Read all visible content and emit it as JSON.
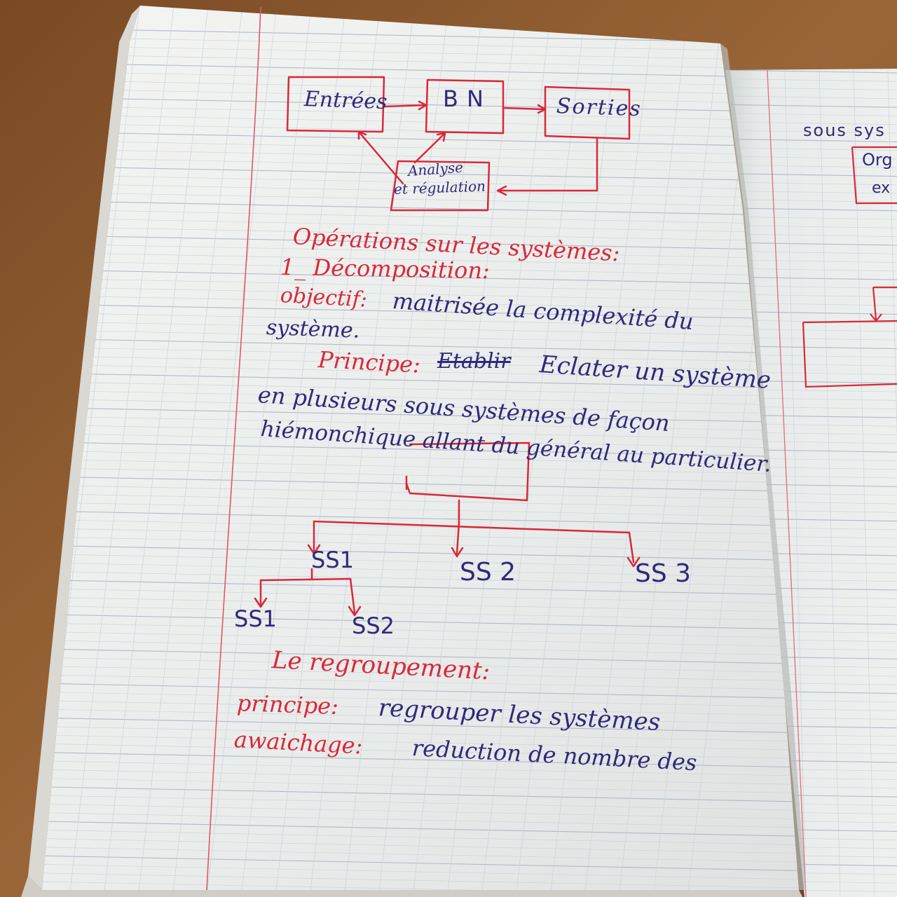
{
  "diagram": {
    "entrees": "Entrées",
    "bn": "BN",
    "sorties": "Sorties",
    "analyse_line1": "Analyse",
    "analyse_line2": "et régulation"
  },
  "notes": {
    "heading": "Opérations sur les systèmes:",
    "section1": "1_ Décomposition:",
    "objectif_label": "objectif:",
    "objectif_text": "maitrisée la complexité du",
    "objectif_text2": "système.",
    "principe_label": "Principe:",
    "principe_crossed": "Etablir",
    "principe_text": "Eclater un système",
    "principe_line2": "en plusieurs sous systèmes de façon",
    "principe_line3": "hiémonchique allant du général au particulier.",
    "tree": {
      "ss1": "SS1",
      "ss2": "SS 2",
      "ss3": "SS 3",
      "sub_ss1": "SS1",
      "sub_ss2": "SS2"
    },
    "regroupement_title": "Le regroupement:",
    "principe2_label": "principe:",
    "principe2_text": "regrouper les systèmes",
    "affichage_label": "awaichage:",
    "affichage_text": "reduction de nombre des"
  },
  "right_page": {
    "heading": "sous sys",
    "box_line1": "Org",
    "box_line2": "ex"
  },
  "colors": {
    "ink_blue": "#2f2a7a",
    "ink_red": "#d8293a",
    "paper": "#eef0ee",
    "table": "#8a5a32"
  }
}
